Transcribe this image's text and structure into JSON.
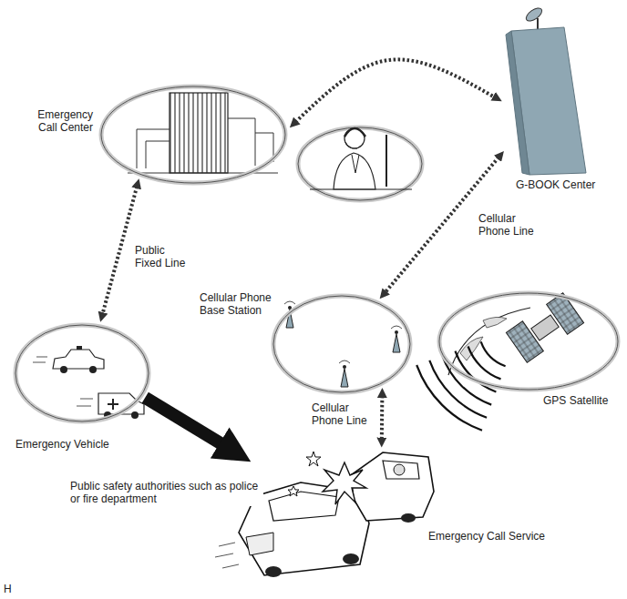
{
  "diagram": {
    "nodes": [
      {
        "text": [
          "Emergency Call Center"
        ]
      },
      {
        "text": [
          "G-BOOK Center"
        ]
      },
      {
        "text": [
          "Cellular Phone Base Station"
        ]
      },
      {
        "text": [
          "GPS Satellite"
        ]
      },
      {
        "text": [
          "Emergency Vehicle"
        ]
      },
      {
        "text": [
          "Emergency Call Service"
        ]
      }
    ],
    "edges": [
      {
        "from": 0,
        "to": 1,
        "arrow": "both"
      },
      {
        "from": 1,
        "to": 2,
        "arrow": "both",
        "label": "Cellular Phone Line"
      },
      {
        "from": 0,
        "to": 4,
        "arrow": "both",
        "label": "Public Fixed Line"
      },
      {
        "from": 2,
        "to": 5,
        "arrow": "both",
        "label": "Cellular Phone Line"
      },
      {
        "from": 4,
        "to": 5,
        "arrow": "to",
        "label": "Public safety authorities such as police or fire department"
      }
    ],
    "labels": [
      "H"
    ]
  }
}
